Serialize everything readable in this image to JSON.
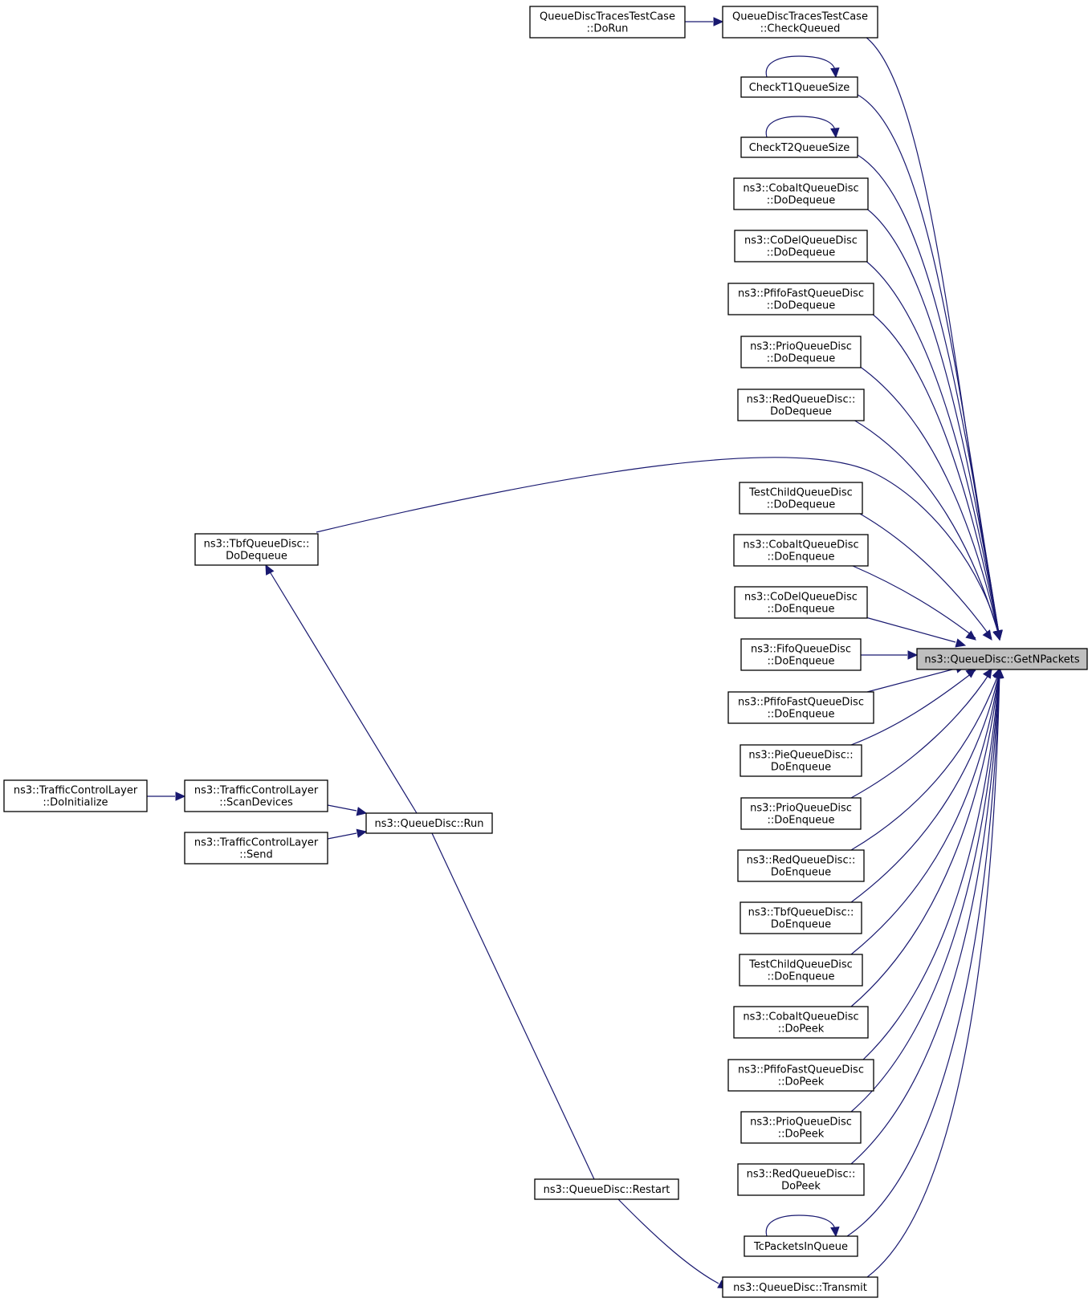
{
  "graph": {
    "target_node": "getnpackets",
    "nodes": [
      {
        "id": "getnpackets",
        "lines": [
          "ns3::QueueDisc::GetNPackets"
        ]
      },
      {
        "id": "traces_dorun",
        "lines": [
          "QueueDiscTracesTestCase",
          "::DoRun"
        ]
      },
      {
        "id": "traces_checkqueued",
        "lines": [
          "QueueDiscTracesTestCase",
          "::CheckQueued"
        ]
      },
      {
        "id": "checkt1",
        "lines": [
          "CheckT1QueueSize"
        ]
      },
      {
        "id": "checkt2",
        "lines": [
          "CheckT2QueueSize"
        ]
      },
      {
        "id": "cobalt_dodequeue",
        "lines": [
          "ns3::CobaltQueueDisc",
          "::DoDequeue"
        ]
      },
      {
        "id": "codel_dodequeue",
        "lines": [
          "ns3::CoDelQueueDisc",
          "::DoDequeue"
        ]
      },
      {
        "id": "pfifo_dodequeue",
        "lines": [
          "ns3::PfifoFastQueueDisc",
          "::DoDequeue"
        ]
      },
      {
        "id": "prio_dodequeue",
        "lines": [
          "ns3::PrioQueueDisc",
          "::DoDequeue"
        ]
      },
      {
        "id": "red_dodequeue",
        "lines": [
          "ns3::RedQueueDisc::",
          "DoDequeue"
        ]
      },
      {
        "id": "testchild_dodequeue",
        "lines": [
          "TestChildQueueDisc",
          "::DoDequeue"
        ]
      },
      {
        "id": "cobalt_doenqueue",
        "lines": [
          "ns3::CobaltQueueDisc",
          "::DoEnqueue"
        ]
      },
      {
        "id": "codel_doenqueue",
        "lines": [
          "ns3::CoDelQueueDisc",
          "::DoEnqueue"
        ]
      },
      {
        "id": "fifo_doenqueue",
        "lines": [
          "ns3::FifoQueueDisc",
          "::DoEnqueue"
        ]
      },
      {
        "id": "pfifo_doenqueue",
        "lines": [
          "ns3::PfifoFastQueueDisc",
          "::DoEnqueue"
        ]
      },
      {
        "id": "pie_doenqueue",
        "lines": [
          "ns3::PieQueueDisc::",
          "DoEnqueue"
        ]
      },
      {
        "id": "prio_doenqueue",
        "lines": [
          "ns3::PrioQueueDisc",
          "::DoEnqueue"
        ]
      },
      {
        "id": "red_doenqueue",
        "lines": [
          "ns3::RedQueueDisc::",
          "DoEnqueue"
        ]
      },
      {
        "id": "tbf_doenqueue",
        "lines": [
          "ns3::TbfQueueDisc::",
          "DoEnqueue"
        ]
      },
      {
        "id": "testchild_doenqueue",
        "lines": [
          "TestChildQueueDisc",
          "::DoEnqueue"
        ]
      },
      {
        "id": "cobalt_dopeek",
        "lines": [
          "ns3::CobaltQueueDisc",
          "::DoPeek"
        ]
      },
      {
        "id": "pfifo_dopeek",
        "lines": [
          "ns3::PfifoFastQueueDisc",
          "::DoPeek"
        ]
      },
      {
        "id": "prio_dopeek",
        "lines": [
          "ns3::PrioQueueDisc",
          "::DoPeek"
        ]
      },
      {
        "id": "red_dopeek",
        "lines": [
          "ns3::RedQueueDisc::",
          "DoPeek"
        ]
      },
      {
        "id": "tcpackets",
        "lines": [
          "TcPacketsInQueue"
        ]
      },
      {
        "id": "transmit",
        "lines": [
          "ns3::QueueDisc::Transmit"
        ]
      },
      {
        "id": "tbf_dodequeue",
        "lines": [
          "ns3::TbfQueueDisc::",
          "DoDequeue"
        ]
      },
      {
        "id": "run",
        "lines": [
          "ns3::QueueDisc::Run"
        ]
      },
      {
        "id": "restart",
        "lines": [
          "ns3::QueueDisc::Restart"
        ]
      },
      {
        "id": "tcl_scandevices",
        "lines": [
          "ns3::TrafficControlLayer",
          "::ScanDevices"
        ]
      },
      {
        "id": "tcl_send",
        "lines": [
          "ns3::TrafficControlLayer",
          "::Send"
        ]
      },
      {
        "id": "tcl_doinitialize",
        "lines": [
          "ns3::TrafficControlLayer",
          "::DoInitialize"
        ]
      }
    ],
    "edges": [
      {
        "from": "traces_dorun",
        "to": "traces_checkqueued"
      },
      {
        "from": "traces_checkqueued",
        "to": "getnpackets"
      },
      {
        "from": "checkt1",
        "to": "getnpackets"
      },
      {
        "from": "checkt1",
        "to": "checkt1"
      },
      {
        "from": "checkt2",
        "to": "getnpackets"
      },
      {
        "from": "checkt2",
        "to": "checkt2"
      },
      {
        "from": "cobalt_dodequeue",
        "to": "getnpackets"
      },
      {
        "from": "codel_dodequeue",
        "to": "getnpackets"
      },
      {
        "from": "pfifo_dodequeue",
        "to": "getnpackets"
      },
      {
        "from": "prio_dodequeue",
        "to": "getnpackets"
      },
      {
        "from": "red_dodequeue",
        "to": "getnpackets"
      },
      {
        "from": "tbf_dodequeue",
        "to": "getnpackets"
      },
      {
        "from": "testchild_dodequeue",
        "to": "getnpackets"
      },
      {
        "from": "cobalt_doenqueue",
        "to": "getnpackets"
      },
      {
        "from": "codel_doenqueue",
        "to": "getnpackets"
      },
      {
        "from": "fifo_doenqueue",
        "to": "getnpackets"
      },
      {
        "from": "pfifo_doenqueue",
        "to": "getnpackets"
      },
      {
        "from": "pie_doenqueue",
        "to": "getnpackets"
      },
      {
        "from": "prio_doenqueue",
        "to": "getnpackets"
      },
      {
        "from": "red_doenqueue",
        "to": "getnpackets"
      },
      {
        "from": "tbf_doenqueue",
        "to": "getnpackets"
      },
      {
        "from": "testchild_doenqueue",
        "to": "getnpackets"
      },
      {
        "from": "cobalt_dopeek",
        "to": "getnpackets"
      },
      {
        "from": "pfifo_dopeek",
        "to": "getnpackets"
      },
      {
        "from": "prio_dopeek",
        "to": "getnpackets"
      },
      {
        "from": "red_dopeek",
        "to": "getnpackets"
      },
      {
        "from": "tcpackets",
        "to": "getnpackets"
      },
      {
        "from": "tcpackets",
        "to": "tcpackets"
      },
      {
        "from": "transmit",
        "to": "getnpackets"
      },
      {
        "from": "run",
        "to": "tbf_dodequeue"
      },
      {
        "from": "tcl_scandevices",
        "to": "run"
      },
      {
        "from": "tcl_send",
        "to": "run"
      },
      {
        "from": "tcl_doinitialize",
        "to": "tcl_scandevices"
      },
      {
        "from": "restart",
        "to": "transmit"
      },
      {
        "from": "run",
        "to": "restart"
      }
    ]
  }
}
